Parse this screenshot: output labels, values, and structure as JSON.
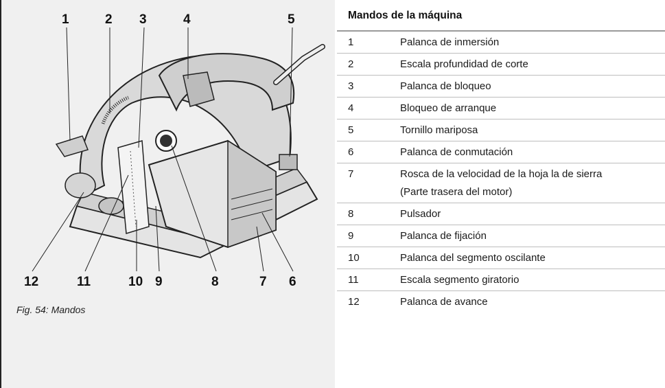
{
  "figure": {
    "callouts_top": [
      "1",
      "2",
      "3",
      "4",
      "5"
    ],
    "callouts_bottom": [
      "12",
      "11",
      "10",
      "9",
      "8",
      "7",
      "6"
    ],
    "caption": "Fig. 54: Mandos"
  },
  "table": {
    "title": "Mandos de la máquina",
    "rows": [
      {
        "num": "1",
        "desc": "Palanca de inmersión"
      },
      {
        "num": "2",
        "desc": "Escala profundidad de corte"
      },
      {
        "num": "3",
        "desc": "Palanca de bloqueo"
      },
      {
        "num": "4",
        "desc": "Bloqueo de arranque"
      },
      {
        "num": "5",
        "desc": "Tornillo mariposa"
      },
      {
        "num": "6",
        "desc": "Palanca de conmutación"
      },
      {
        "num": "7",
        "desc": "Rosca de la velocidad de la hoja la de sierra",
        "extra": "(Parte trasera del motor)"
      },
      {
        "num": "8",
        "desc": "Pulsador"
      },
      {
        "num": "9",
        "desc": "Palanca de fijación"
      },
      {
        "num": "10",
        "desc": "Palanca del segmento oscilante"
      },
      {
        "num": "11",
        "desc": "Escala segmento giratorio"
      },
      {
        "num": "12",
        "desc": "Palanca de avance"
      }
    ]
  }
}
